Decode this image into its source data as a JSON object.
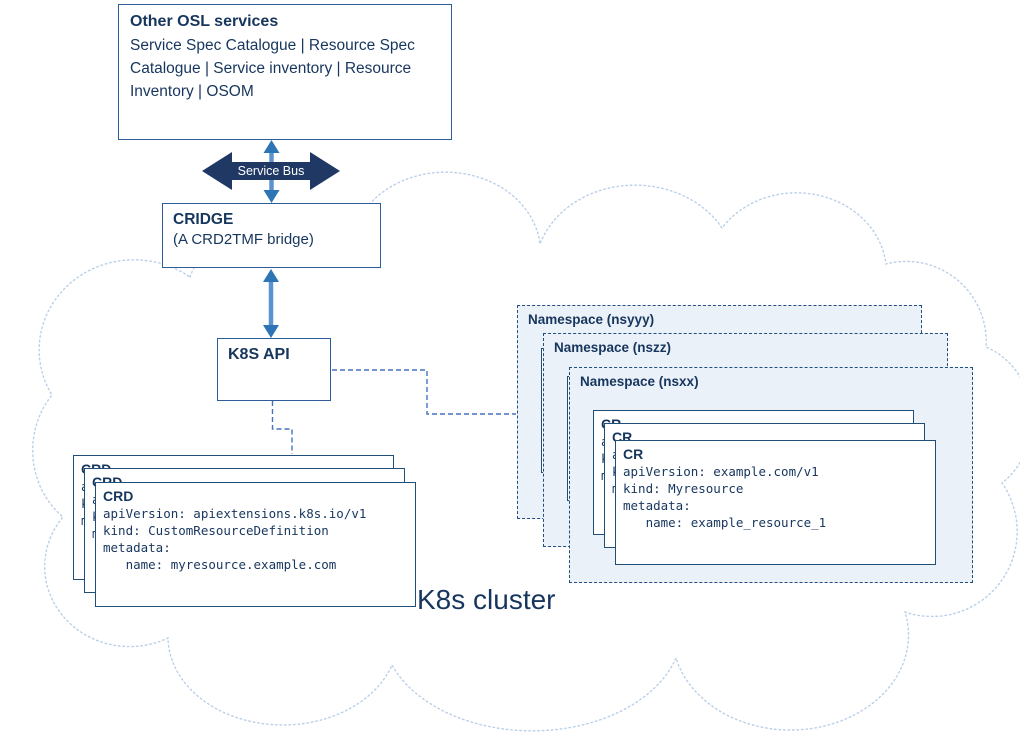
{
  "osl_box": {
    "title": "Other OSL services",
    "body": "Service Spec Catalogue | Resource Spec Catalogue | Service inventory | Resource Inventory | OSOM"
  },
  "service_bus": {
    "label": "Service Bus"
  },
  "cridge_box": {
    "title": "CRIDGE",
    "subtitle": "(A CRD2TMF bridge)"
  },
  "k8s_api_box": {
    "label": "K8S API"
  },
  "cards": {
    "crd": {
      "title": "CRD",
      "yaml": "apiVersion: apiextensions.k8s.io/v1\nkind: CustomResourceDefinition\nmetadata:\n   name: myresource.example.com"
    },
    "cr": {
      "title": "CR",
      "yaml": "apiVersion: example.com/v1\nkind: Myresource\nmetadata:\n   name: example_resource_1"
    }
  },
  "namespaces": [
    {
      "label": "Namespace (nsyyy)"
    },
    {
      "label": "Namespace (nszz)"
    },
    {
      "label": "Namespace (nsxx)"
    }
  ],
  "cluster_label": "K8s cluster",
  "colors": {
    "navy_text": "#17365d",
    "box_border": "#2e5b9a",
    "card_border": "#1f4e79",
    "namespace_fill": "#eaf1f9",
    "service_bus_fill": "#1f3864",
    "arrow_head": "#2e75b6",
    "arrow_shaft": "#5b93d1",
    "connector_dash": "#4472c4",
    "cloud_dots": "#b9cfe8"
  }
}
